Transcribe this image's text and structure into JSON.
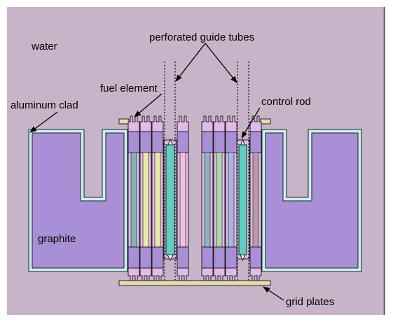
{
  "labels": {
    "water": "water",
    "perforated_guide_tubes": "perforated guide tubes",
    "fuel_element": "fuel element",
    "aluminum_clad": "aluminum clad",
    "control_rod": "control rod",
    "graphite": "graphite",
    "grid_plates": "grid plates"
  },
  "colors": {
    "water": "#c8b4c8",
    "graphite": "#a98fd6",
    "aluminum_clad": "#c7eef0",
    "fuel_element": "#e3b8ea",
    "control_rod": "#5fcfc2",
    "grid_plate": "#e6dcb0",
    "guide_tube_line": "#333333",
    "outline": "#222222"
  },
  "fuel_stripes": [
    "#7ab8b0",
    "#e8eaa8",
    "#f1c2da",
    "#8fb4bd",
    "#a8dca0",
    "#a6b6df",
    "#b99aa6"
  ]
}
